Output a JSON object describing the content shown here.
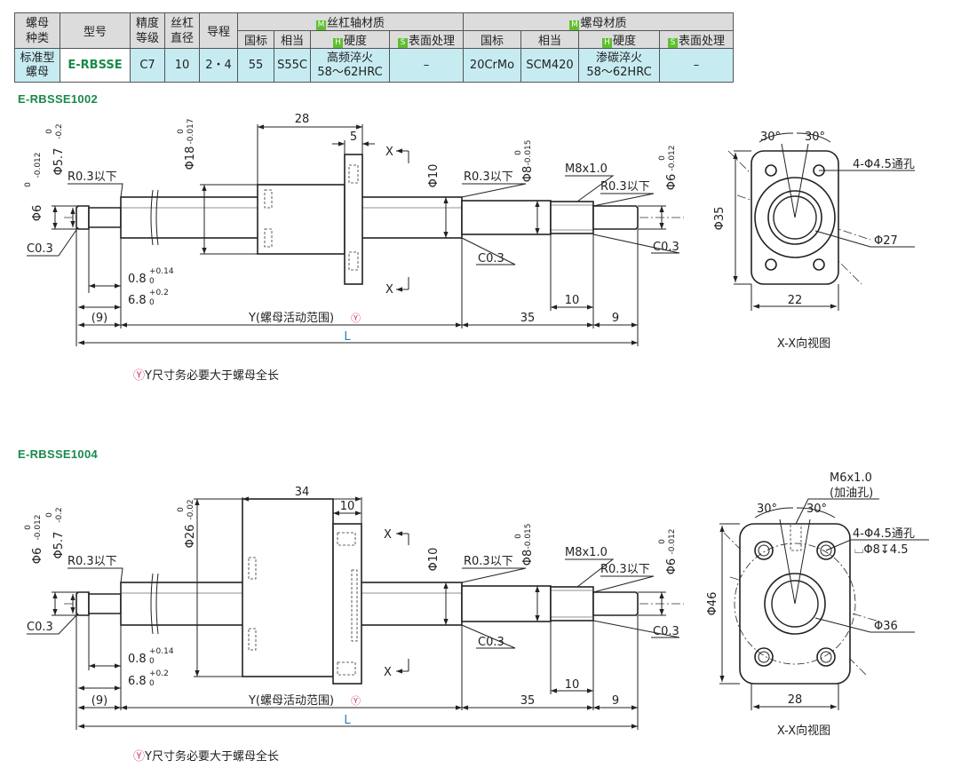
{
  "table": {
    "head1": {
      "nut_type": "螺母\n种类",
      "model": "型号",
      "accuracy": "精度\n等级",
      "shaft_dia": "丝杠\n直径",
      "lead": "导程",
      "shaft_material_tag": "M",
      "shaft_material": "丝杠轴材质",
      "nut_material_tag": "M",
      "nut_material": "螺母材质"
    },
    "head2": {
      "gb": "国标",
      "equiv": "相当",
      "hard_tag": "H",
      "hardness": "硬度",
      "surf_tag": "S",
      "surface": "表面处理",
      "gb2": "国标",
      "equiv2": "相当",
      "hard_tag2": "H",
      "hardness2": "硬度",
      "surf_tag2": "S",
      "surface2": "表面处理"
    },
    "row": {
      "nut_type": "标准型\n螺母",
      "model": "E-RBSSE",
      "accuracy": "C7",
      "shaft_dia": "10",
      "lead": "2・4",
      "shaft_gb": "55",
      "shaft_equiv": "S55C",
      "shaft_hardness": "高频淬火\n58～62HRC",
      "shaft_surface": "–",
      "nut_gb": "20CrMo",
      "nut_equiv": "SCM420",
      "nut_hardness": "渗碳淬火\n58～62HRC",
      "nut_surface": "–"
    }
  },
  "sections": [
    {
      "title": "E-RBSSE1002",
      "note_mark": "Ⓨ",
      "note": "Y尺寸务必要大于螺母全长",
      "dims": {
        "phi6": "Φ6",
        "phi6_tol": [
          "0",
          "-0.012"
        ],
        "phi57": "Φ5.7",
        "phi57_tol": [
          "0",
          "-0.2"
        ],
        "r03_left": "R0.3以下",
        "c03_left": "C0.3",
        "phi_nut": "Φ18",
        "phi_nut_tol": [
          "0",
          "-0.017"
        ],
        "nut_len": "28",
        "flange_w": "5",
        "x_mark": "X",
        "phi10": "Φ10",
        "r03_mid": "R0.3以下",
        "phi8": "Φ8",
        "phi8_tol": [
          "0",
          "-0.015"
        ],
        "m_thread": "M8x1.0",
        "r03_right": "R0.3以下",
        "phi6r": "Φ6",
        "phi6r_tol": [
          "0",
          "-0.012"
        ],
        "c03_mid": "C0.3",
        "c03_right": "C0.3",
        "groove": "0.8",
        "groove_tol": [
          "+0.14",
          "0"
        ],
        "len68": "6.8",
        "len68_tol": [
          "+0.2",
          "0"
        ],
        "len9p": "(9)",
        "y_range": "Y(螺母活动范围)",
        "len35": "35",
        "len10": "10",
        "len9": "9",
        "total": "L"
      },
      "view": {
        "angle1": "30°",
        "angle2": "30°",
        "holes": "4-Φ4.5通孔",
        "phi_body": "Φ35",
        "phi_bore": "Φ27",
        "width": "22",
        "caption": "X-X向视图"
      }
    },
    {
      "title": "E-RBSSE1004",
      "note_mark": "Ⓨ",
      "note": "Y尺寸务必要大于螺母全长",
      "dims": {
        "phi6": "Φ6",
        "phi6_tol": [
          "0",
          "-0.012"
        ],
        "phi57": "Φ5.7",
        "phi57_tol": [
          "0",
          "-0.2"
        ],
        "r03_left": "R0.3以下",
        "c03_left": "C0.3",
        "phi_nut": "Φ26",
        "phi_nut_tol": [
          "0",
          "-0.02"
        ],
        "nut_len": "34",
        "flange_w": "10",
        "x_mark": "X",
        "phi10": "Φ10",
        "r03_mid": "R0.3以下",
        "phi8": "Φ8",
        "phi8_tol": [
          "0",
          "-0.015"
        ],
        "m_thread": "M8x1.0",
        "r03_right": "R0.3以下",
        "phi6r": "Φ6",
        "phi6r_tol": [
          "0",
          "-0.012"
        ],
        "c03_mid": "C0.3",
        "c03_right": "C0.3",
        "groove": "0.8",
        "groove_tol": [
          "+0.14",
          "0"
        ],
        "len68": "6.8",
        "len68_tol": [
          "+0.2",
          "0"
        ],
        "len9p": "(9)",
        "y_range": "Y(螺母活动范围)",
        "len35": "35",
        "len10": "10",
        "len9": "9",
        "total": "L"
      },
      "view": {
        "oil_thread": "M6x1.0",
        "oil_hole": "(加油孔)",
        "angle1": "30°",
        "angle2": "30°",
        "holes": "4-Φ4.5通孔",
        "cbore": "⌴Φ8↧4.5",
        "phi_body": "Φ46",
        "phi_bore": "Φ36",
        "width": "28",
        "caption": "X-X向视图"
      }
    }
  ]
}
